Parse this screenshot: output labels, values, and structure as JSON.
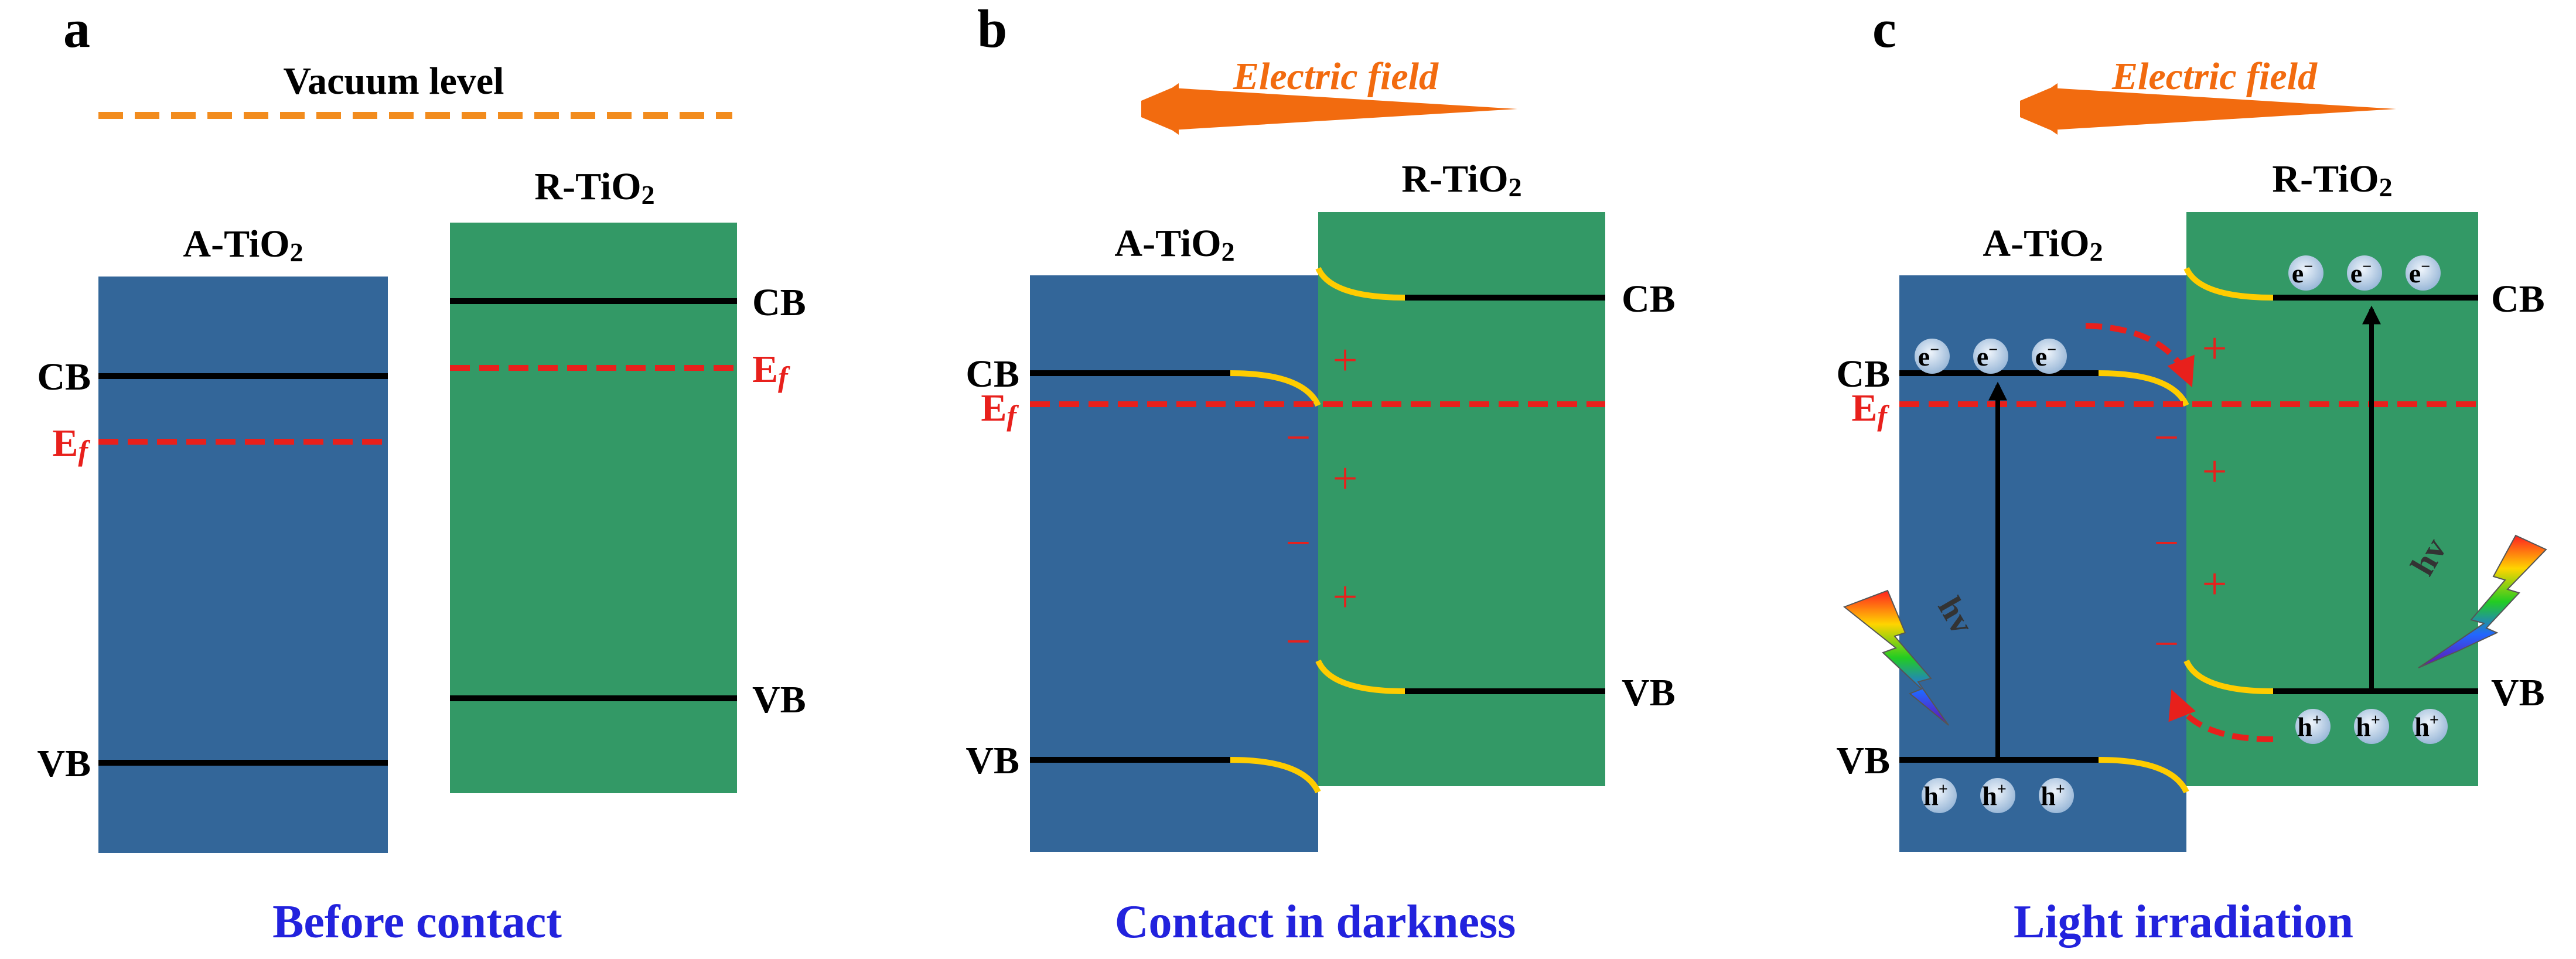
{
  "colors": {
    "anatase": "#336699",
    "rutile": "#339966",
    "band_line": "#000000",
    "bent_band": "#ffcc00",
    "fermi": "#e8201c",
    "vacuum": "#f28c1e",
    "field_arrow": "#f26b0f",
    "caption": "#2222dd",
    "charge": "#e8201c",
    "carrier_fill": "#bcd2e8"
  },
  "panels": [
    {
      "letter": "a",
      "vacuum_label": "Vacuum level",
      "caption": "Before contact",
      "anatase": {
        "name_main": "A-TiO",
        "name_sub": "2",
        "cb": "CB",
        "vb": "VB",
        "ef_main": "E",
        "ef_sub": "f"
      },
      "rutile": {
        "name_main": "R-TiO",
        "name_sub": "2",
        "cb": "CB",
        "vb": "VB",
        "ef_main": "E",
        "ef_sub": "f"
      }
    },
    {
      "letter": "b",
      "field_label": "Electric field",
      "caption": "Contact in darkness",
      "anatase": {
        "name_main": "A-TiO",
        "name_sub": "2",
        "cb": "CB",
        "vb": "VB",
        "ef_main": "E",
        "ef_sub": "f"
      },
      "rutile": {
        "name_main": "R-TiO",
        "name_sub": "2",
        "cb": "CB",
        "vb": "VB"
      },
      "plus_sign": "+",
      "minus_sign": "−"
    },
    {
      "letter": "c",
      "field_label": "Electric field",
      "caption": "Light irradiation",
      "anatase": {
        "name_main": "A-TiO",
        "name_sub": "2",
        "cb": "CB",
        "vb": "VB",
        "ef_main": "E",
        "ef_sub": "f"
      },
      "rutile": {
        "name_main": "R-TiO",
        "name_sub": "2",
        "cb": "CB",
        "vb": "VB"
      },
      "plus_sign": "+",
      "minus_sign": "−",
      "photon_label": "hv",
      "electron_main": "e",
      "electron_sup": "−",
      "hole_main": "h",
      "hole_sup": "+"
    }
  ]
}
